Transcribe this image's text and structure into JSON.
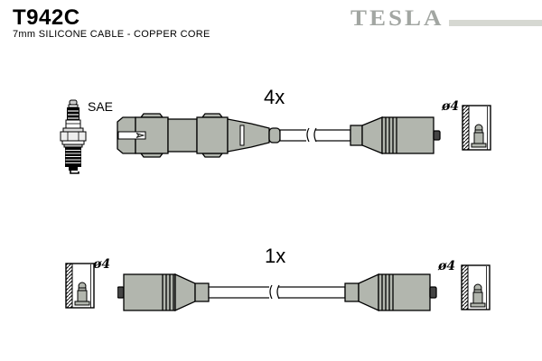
{
  "header": {
    "part_number": "T942C",
    "subtitle": "7mm SILICONE CABLE - COPPER CORE",
    "brand": "TESLA"
  },
  "diagram": {
    "sae_label": "SAE",
    "top_assembly": {
      "quantity_label": "4x",
      "terminal_diameter_label": "ø4"
    },
    "bottom_assembly": {
      "quantity_label": "1x",
      "terminal_diameter_label_left": "ø4",
      "terminal_diameter_label_right": "ø4"
    }
  },
  "colors": {
    "background": "#ffffff",
    "line": "#000000",
    "connector_gray": "#b2b6ae",
    "terminal_dark": "#444444",
    "brand_gray": "#a2a6a2",
    "brand_stripe": "#d6d8d2"
  }
}
